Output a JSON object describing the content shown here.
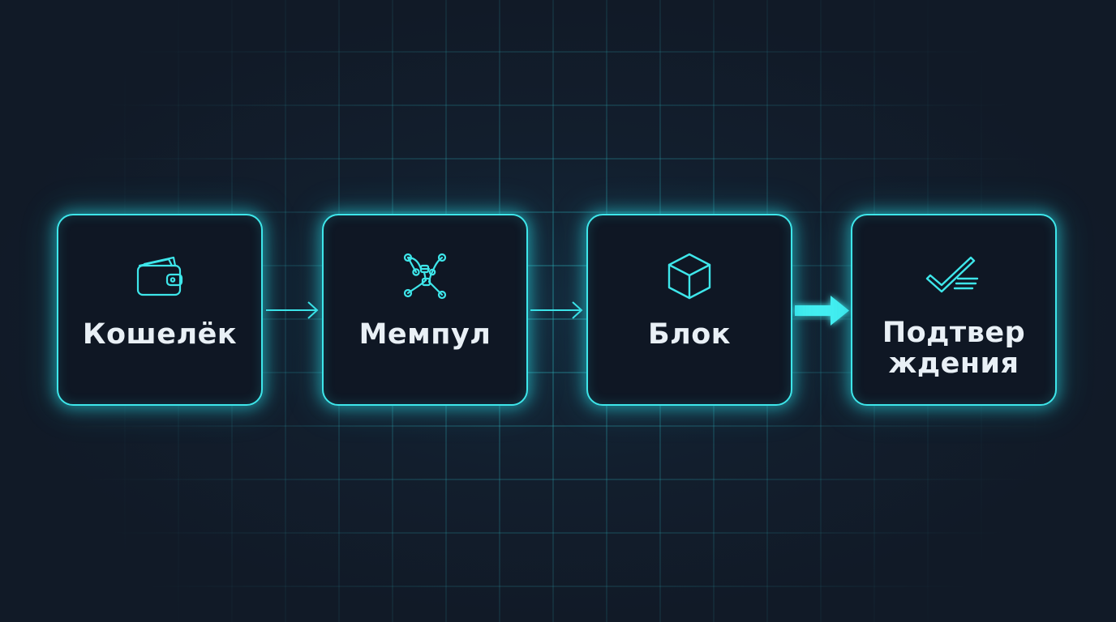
{
  "steps": [
    {
      "label": "Кошелёк",
      "icon": "wallet-icon"
    },
    {
      "label": "Мемпул",
      "icon": "network-nodes-icon"
    },
    {
      "label": "Блок",
      "icon": "cube-icon"
    },
    {
      "label": "Подтверждения",
      "icon": "checkmark-lines-icon"
    }
  ],
  "colors": {
    "accent": "#3ee6ea",
    "background": "#111a27",
    "card_fill": "#0f1724",
    "text": "#e9f0f6",
    "grid": "#1f6a73"
  }
}
